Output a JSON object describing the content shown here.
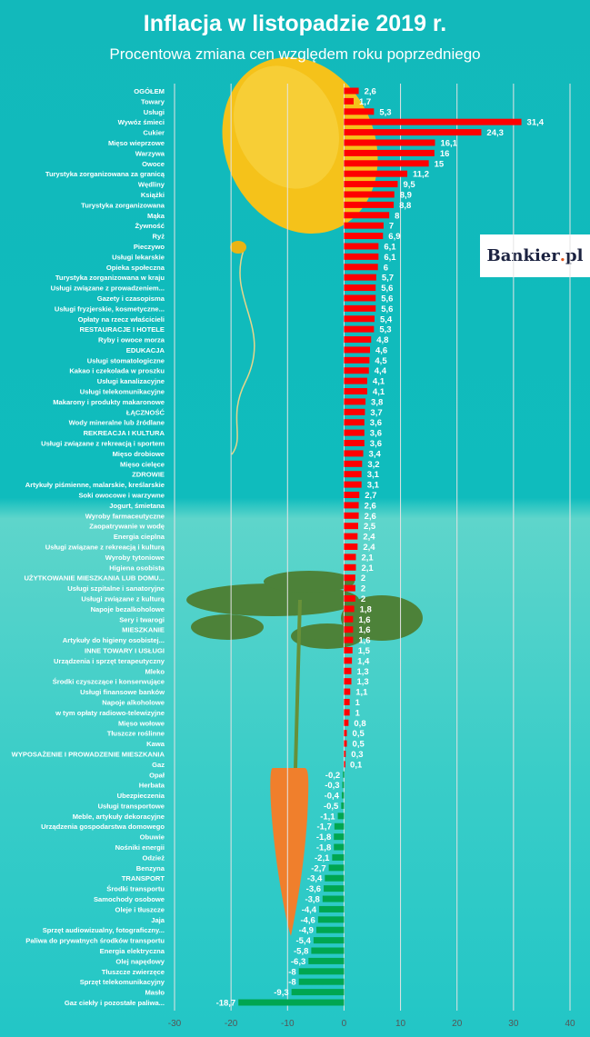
{
  "chart_data": {
    "type": "bar",
    "orientation": "horizontal",
    "title": "Inflacja w listopadzie 2019 r.",
    "subtitle": "Procentowa zmiana cen względem roku poprzedniego",
    "xlim": [
      -30,
      40
    ],
    "xticks": [
      -30,
      -20,
      -10,
      0,
      10,
      20,
      30,
      40
    ],
    "grid": true,
    "positive_color": "#ff0000",
    "negative_color": "#00a651",
    "categories": [
      "OGÓŁEM",
      "Towary",
      "Usługi",
      "Wywóz śmieci",
      "Cukier",
      "Mięso wieprzowe",
      "Warzywa",
      "Owoce",
      "Turystyka zorganizowana za granicą",
      "Wędliny",
      "Książki",
      "Turystyka zorganizowana",
      "Mąka",
      "Żywność",
      "Ryż",
      "Pieczywo",
      "Usługi lekarskie",
      "Opieka społeczna",
      "Turystyka zorganizowana w kraju",
      "Usługi związane z prowadzeniem...",
      "Gazety i czasopisma",
      "Usługi fryzjerskie, kosmetyczne...",
      "Opłaty na rzecz właścicieli",
      "RESTAURACJE I HOTELE",
      "Ryby i owoce morza",
      "EDUKACJA",
      "Usługi stomatologiczne",
      "Kakao i czekolada w proszku",
      "Usługi kanalizacyjne",
      "Usługi telekomunikacyjne",
      "Makarony i produkty makaronowe",
      "ŁĄCZNOŚĆ",
      "Wody mineralne lub źródlane",
      "REKREACJA I KULTURA",
      "Usługi związane z rekreacją i sportem",
      "Mięso drobiowe",
      "Mięso cielęce",
      "ZDROWIE",
      "Artykuły piśmienne, malarskie, kreślarskie",
      "Soki owocowe i warzywne",
      "Jogurt, śmietana",
      "Wyroby farmaceutyczne",
      "Zaopatrywanie w wodę",
      "Energia cieplna",
      "Usługi związane z rekreacją i kulturą",
      "Wyroby tytoniowe",
      "Higiena osobista",
      "UŻYTKOWANIE MIESZKANIA LUB DOMU...",
      "Usługi szpitalne i sanatoryjne",
      "Usługi związane z kulturą",
      "Napoje bezalkoholowe",
      "Sery i twarogi",
      "MIESZKANIE",
      "Artykuły do higieny osobistej...",
      "INNE TOWARY I USŁUGI",
      "Urządzenia i sprzęt terapeutyczny",
      "Mleko",
      "Środki czyszczące i konserwujące",
      "Usługi finansowe banków",
      "Napoje alkoholowe",
      "w tym opłaty radiowo-telewizyjne",
      "Mięso wołowe",
      "Tłuszcze roślinne",
      "Kawa",
      "WYPOSAŻENIE I PROWADZENIE MIESZKANIA",
      "Gaz",
      "Opał",
      "Herbata",
      "Ubezpieczenia",
      "Usługi transportowe",
      "Meble, artykuły dekoracyjne",
      "Urządzenia gospodarstwa domowego",
      "Obuwie",
      "Nośniki energii",
      "Odzież",
      "Benzyna",
      "TRANSPORT",
      "Środki transportu",
      "Samochody osobowe",
      "Oleje i tłuszcze",
      "Jaja",
      "Sprzęt audiowizualny, fotograficzny...",
      "Paliwa do prywatnych środków transportu",
      "Energia elektryczna",
      "Olej napędowy",
      "Tłuszcze zwierzęce",
      "Sprzęt telekomunikacyjny",
      "Masło",
      "Gaz ciekły i pozostałe paliwa..."
    ],
    "values": [
      2.6,
      1.7,
      5.3,
      31.4,
      24.3,
      16.1,
      16,
      15,
      11.2,
      9.5,
      8.9,
      8.8,
      8,
      7,
      6.9,
      6.1,
      6.1,
      6,
      5.7,
      5.6,
      5.6,
      5.6,
      5.4,
      5.3,
      4.8,
      4.6,
      4.5,
      4.4,
      4.1,
      4.1,
      3.8,
      3.7,
      3.6,
      3.6,
      3.6,
      3.4,
      3.2,
      3.1,
      3.1,
      2.7,
      2.6,
      2.6,
      2.5,
      2.4,
      2.4,
      2.1,
      2.1,
      2,
      2,
      2,
      1.8,
      1.6,
      1.6,
      1.6,
      1.5,
      1.4,
      1.3,
      1.3,
      1.1,
      1,
      1,
      0.8,
      0.5,
      0.5,
      0.3,
      0.1,
      -0.2,
      -0.3,
      -0.4,
      -0.5,
      -1.1,
      -1.7,
      -1.8,
      -1.8,
      -2.1,
      -2.7,
      -3.4,
      -3.6,
      -3.8,
      -4.4,
      -4.6,
      -4.9,
      -5.4,
      -5.8,
      -6.3,
      -8,
      -8,
      -9.3,
      -18.7
    ]
  },
  "logo": {
    "text_main": "Bankier",
    "text_dot": ".",
    "text_tld": "pl"
  }
}
